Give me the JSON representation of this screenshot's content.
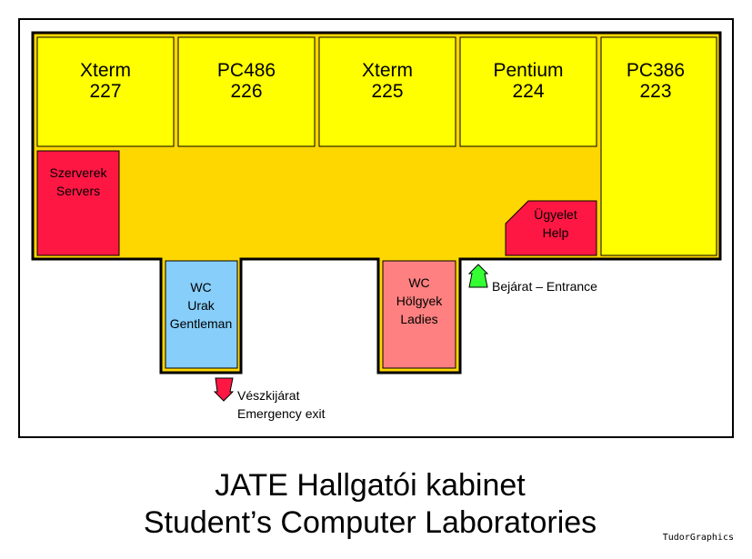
{
  "rooms": [
    {
      "type": "Xterm",
      "number": "227"
    },
    {
      "type": "PC486",
      "number": "226"
    },
    {
      "type": "Xterm",
      "number": "225"
    },
    {
      "type": "Pentium",
      "number": "224"
    },
    {
      "type": "PC386",
      "number": "223"
    }
  ],
  "servers": {
    "line1": "Szerverek",
    "line2": "Servers"
  },
  "help": {
    "line1": "Ügyelet",
    "line2": "Help"
  },
  "wc_men": {
    "line1": "WC",
    "line2": "Urak",
    "line3": "Gentleman"
  },
  "wc_ladies": {
    "line1": "WC",
    "line2": "Hölgyek",
    "line3": "Ladies"
  },
  "entrance": {
    "label": "Bejárat – Entrance",
    "icon": "up-arrow-icon"
  },
  "emergency": {
    "line1": "Vészkijárat",
    "line2": "Emergency exit",
    "icon": "down-arrow-icon"
  },
  "title": {
    "line1": "JATE Hallgatói kabinet",
    "line2": "Student’s Computer Laboratories"
  },
  "credit": "TudorGraphics",
  "colors": {
    "corridor": "#FFD700",
    "room": "#FFFF00",
    "servers": "#FF1744",
    "wc_men": "#87CEFA",
    "wc_ladies": "#FF8080",
    "entrance": "#33FF33",
    "emergency": "#FF1744"
  }
}
